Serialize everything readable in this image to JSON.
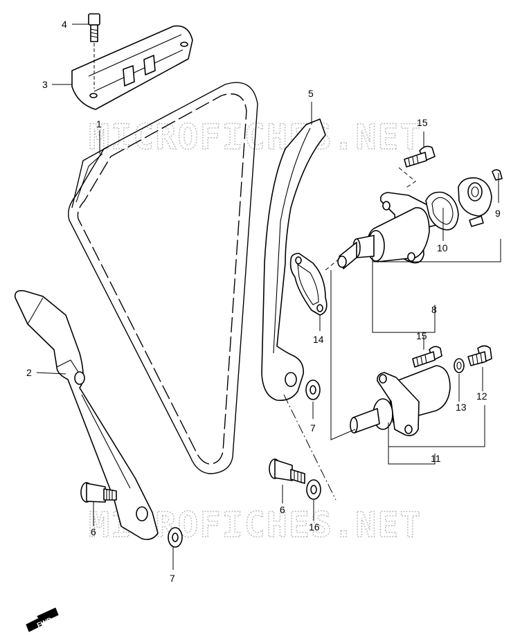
{
  "watermarks": [
    "MICROFICHES.NET",
    "MICROFICHES.NET"
  ],
  "callouts": [
    {
      "id": "1",
      "label": "1"
    },
    {
      "id": "2",
      "label": "2"
    },
    {
      "id": "3",
      "label": "3"
    },
    {
      "id": "4",
      "label": "4"
    },
    {
      "id": "5",
      "label": "5"
    },
    {
      "id": "6a",
      "label": "6"
    },
    {
      "id": "6b",
      "label": "6"
    },
    {
      "id": "7a",
      "label": "7"
    },
    {
      "id": "7b",
      "label": "7"
    },
    {
      "id": "8",
      "label": "8"
    },
    {
      "id": "9",
      "label": "9"
    },
    {
      "id": "10",
      "label": "10"
    },
    {
      "id": "11",
      "label": "11"
    },
    {
      "id": "12",
      "label": "12"
    },
    {
      "id": "13",
      "label": "13"
    },
    {
      "id": "14",
      "label": "14"
    },
    {
      "id": "15a",
      "label": "15"
    },
    {
      "id": "15b",
      "label": "15"
    },
    {
      "id": "16",
      "label": "16"
    }
  ],
  "fwd_label": "FWD"
}
